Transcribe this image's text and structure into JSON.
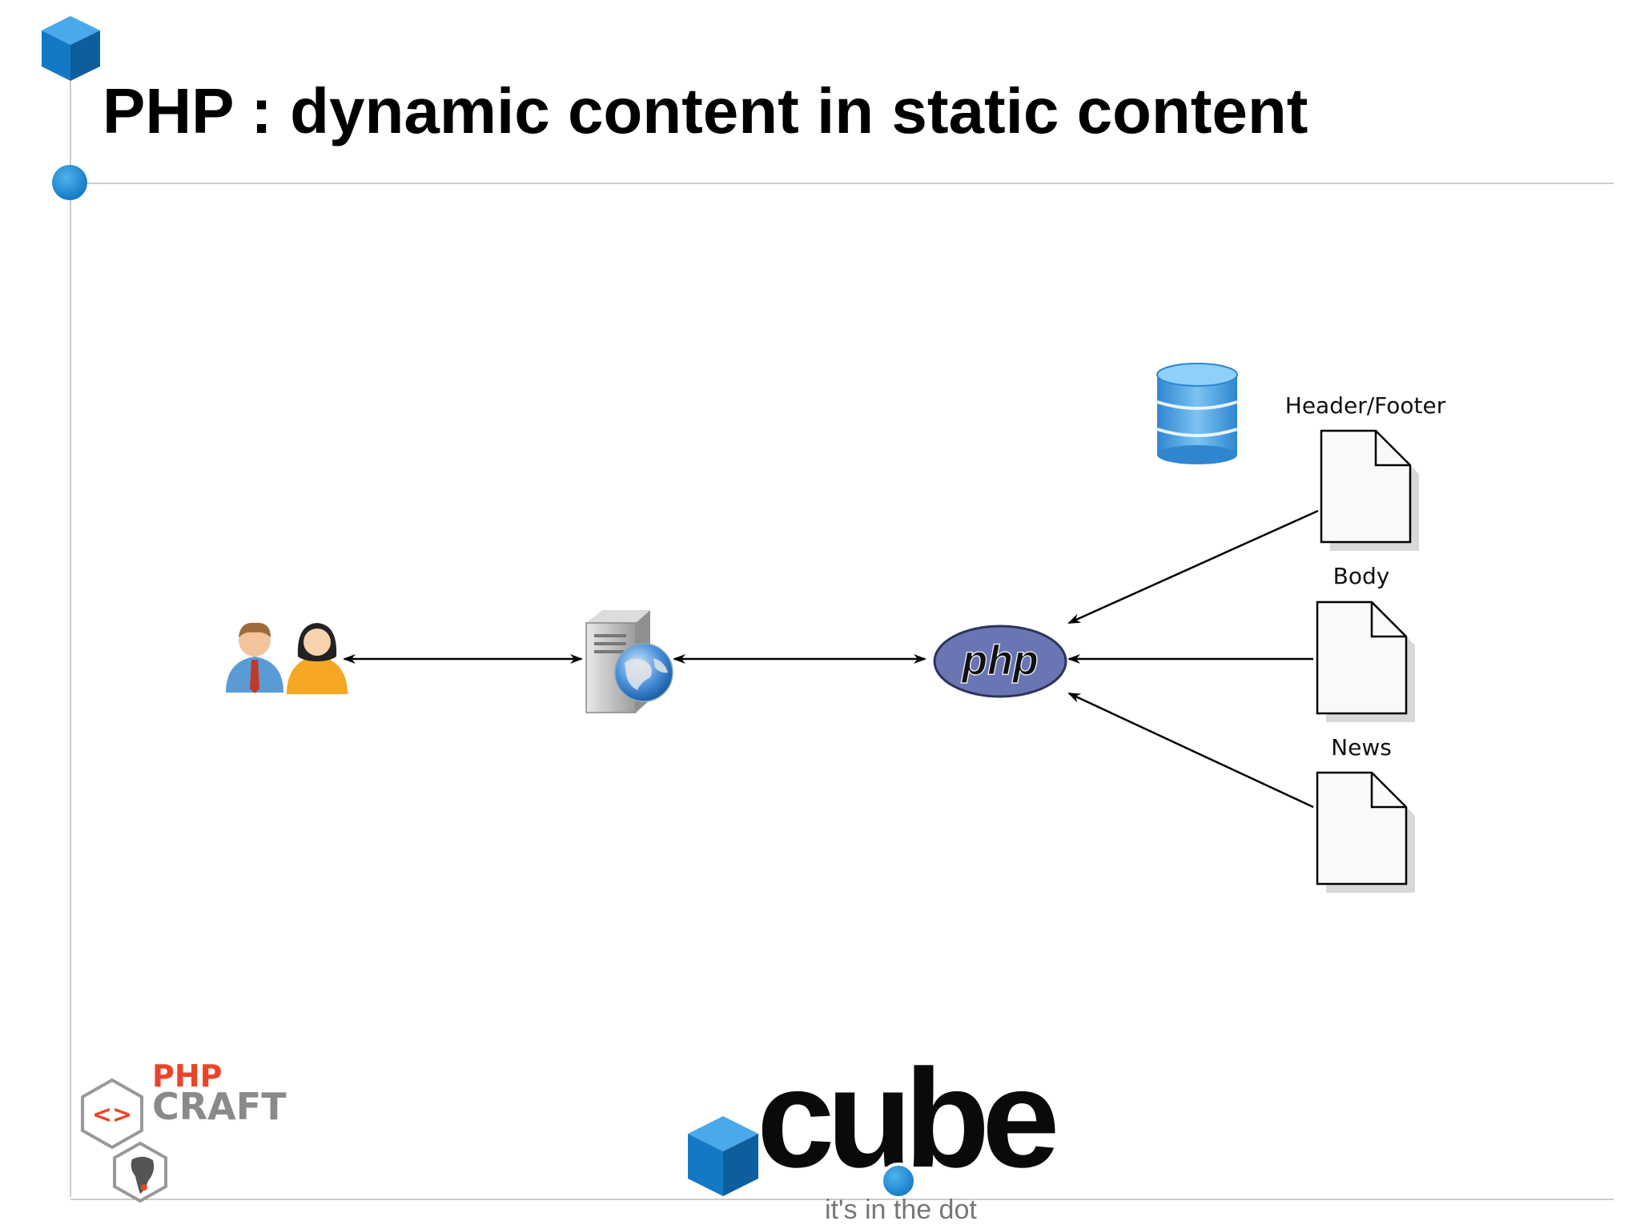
{
  "slide": {
    "title": "PHP : dynamic content in static content"
  },
  "diagram": {
    "nodes": {
      "users": {
        "icon": "users-icon"
      },
      "web_server": {
        "icon": "web-server-icon"
      },
      "php": {
        "icon": "php-logo-icon",
        "label": "php"
      },
      "database": {
        "icon": "database-icon"
      },
      "header_footer": {
        "icon": "document-icon",
        "label": "Header/Footer"
      },
      "body": {
        "icon": "document-icon",
        "label": "Body"
      },
      "news": {
        "icon": "document-icon",
        "label": "News"
      }
    },
    "edges": [
      {
        "from": "users",
        "to": "web_server",
        "direction": "both"
      },
      {
        "from": "web_server",
        "to": "php",
        "direction": "both"
      },
      {
        "from": "header_footer",
        "to": "php",
        "direction": "forward"
      },
      {
        "from": "body",
        "to": "php",
        "direction": "forward"
      },
      {
        "from": "news",
        "to": "php",
        "direction": "forward"
      }
    ]
  },
  "branding": {
    "phpcraft_line1": "PHP",
    "phpcraft_line2": "CRAFT",
    "cube_wordmark": "cube",
    "cube_tagline": "it's in the dot"
  },
  "colors": {
    "accent_blue": "#1e8fd6",
    "php_logo": "#6a75b3",
    "php_craft_red": "#e8452b",
    "rule_gray": "#cccccc"
  }
}
